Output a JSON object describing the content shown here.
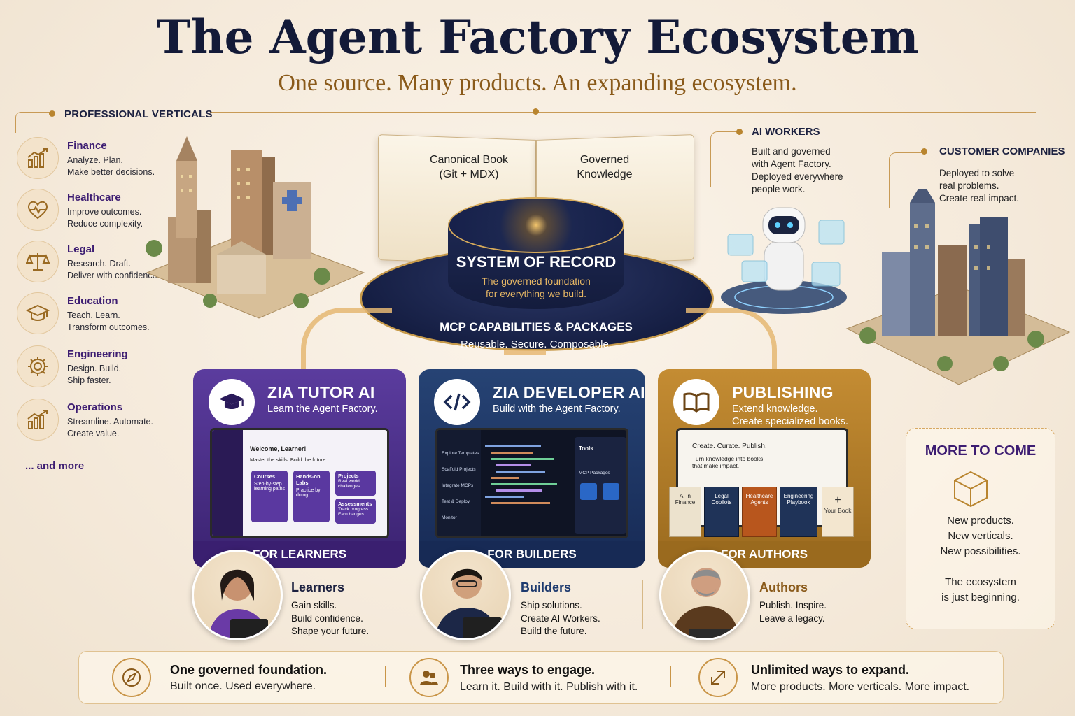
{
  "header": {
    "title": "The Agent Factory Ecosystem",
    "subtitle": "One source. Many products. An expanding ecosystem."
  },
  "verticals": {
    "heading": "PROFESSIONAL VERTICALS",
    "items": [
      {
        "title": "Finance",
        "desc": "Analyze. Plan.\nMake better decisions.",
        "icon": "chart-icon"
      },
      {
        "title": "Healthcare",
        "desc": "Improve outcomes.\nReduce complexity.",
        "icon": "heart-pulse-icon"
      },
      {
        "title": "Legal",
        "desc": "Research. Draft.\nDeliver with confidence.",
        "icon": "scales-icon"
      },
      {
        "title": "Education",
        "desc": "Teach. Learn.\nTransform outcomes.",
        "icon": "graduation-cap-icon"
      },
      {
        "title": "Engineering",
        "desc": "Design. Build.\nShip faster.",
        "icon": "gear-icon"
      },
      {
        "title": "Operations",
        "desc": "Streamline. Automate.\nCreate value.",
        "icon": "chart-icon"
      }
    ],
    "more": "... and more"
  },
  "core": {
    "book_left": "Canonical Book\n(Git + MDX)",
    "book_right": "Governed\nKnowledge",
    "system_title": "SYSTEM OF RECORD",
    "system_sub": "The governed foundation\nfor everything we build.",
    "mcp_title": "MCP CAPABILITIES & PACKAGES",
    "mcp_sub": "Reusable. Secure. Composable."
  },
  "ai_workers": {
    "heading": "AI WORKERS",
    "desc": "Built and governed\nwith Agent Factory.\nDeployed everywhere\npeople work."
  },
  "customers": {
    "heading": "CUSTOMER COMPANIES",
    "desc": "Deployed to solve\nreal problems.\nCreate real impact."
  },
  "products": {
    "tutor": {
      "title": "ZIA TUTOR AI",
      "sub": "Learn the Agent Factory.",
      "footer": "FOR LEARNERS",
      "screen": {
        "welcome": "Welcome, Learner!",
        "tagline": "Master the skills. Build the future.",
        "tiles": [
          {
            "title": "Courses",
            "desc": "Step-by-step learning paths"
          },
          {
            "title": "Hands-on Labs",
            "desc": "Practice by doing"
          },
          {
            "title": "Projects",
            "desc": "Real world challenges"
          },
          {
            "title": "Assessments",
            "desc": "Track progress. Earn badges."
          }
        ]
      }
    },
    "developer": {
      "title": "ZIA DEVELOPER AI",
      "sub": "Build with the Agent Factory.",
      "footer": "FOR BUILDERS",
      "screen": {
        "steps": [
          "Explore Templates",
          "Scaffold Projects",
          "Integrate MCPs",
          "Test & Deploy",
          "Monitor"
        ],
        "tools": "Tools",
        "mcp": "MCP Packages"
      }
    },
    "publishing": {
      "title": "PUBLISHING",
      "sub": "Extend knowledge.\nCreate specialized books.",
      "footer": "FOR AUTHORS",
      "screen": {
        "headline": "Create. Curate. Publish.",
        "tagline": "Turn knowledge into books that make impact.",
        "books": [
          "AI in Finance",
          "Legal Copilots",
          "Healthcare Agents",
          "Engineering Playbook"
        ],
        "your_book": "Your Book"
      }
    }
  },
  "personas": [
    {
      "title": "Learners",
      "desc": "Gain skills.\nBuild confidence.\nShape your future.",
      "color": "#4b2a8f"
    },
    {
      "title": "Builders",
      "desc": "Ship solutions.\nCreate AI Workers.\nBuild the future.",
      "color": "#1d3a6e"
    },
    {
      "title": "Authors",
      "desc": "Publish. Inspire.\nLeave a legacy.",
      "color": "#8a5a1a"
    }
  ],
  "more_to_come": {
    "title": "MORE TO COME",
    "desc": "New products.\nNew verticals.\nNew possibilities.\n\nThe ecosystem\nis just beginning."
  },
  "bottom": [
    {
      "title": "One governed foundation.",
      "desc": "Built once. Used everywhere.",
      "icon": "compass-icon"
    },
    {
      "title": "Three ways to engage.",
      "desc": "Learn it. Build with it. Publish with it.",
      "icon": "people-icon"
    },
    {
      "title": "Unlimited ways to expand.",
      "desc": "More products. More verticals. More impact.",
      "icon": "expand-arrow-icon"
    }
  ],
  "colors": {
    "navy": "#131a38",
    "gold": "#b9852f",
    "purple": "#3d1d72",
    "card_purple": "#4b2e8a",
    "card_navy": "#1f3766",
    "card_gold": "#b07b28"
  }
}
